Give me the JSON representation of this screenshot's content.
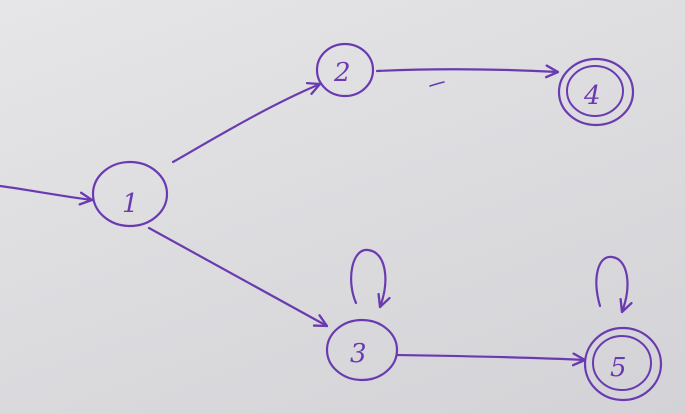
{
  "diagram": {
    "ink_color": "#6a3bb0",
    "paper_color": "#dedee1",
    "states": [
      {
        "id": "1",
        "label": "1",
        "initial": true,
        "accepting": false
      },
      {
        "id": "2",
        "label": "2",
        "initial": false,
        "accepting": false
      },
      {
        "id": "3",
        "label": "3",
        "initial": false,
        "accepting": false
      },
      {
        "id": "4",
        "label": "4",
        "initial": false,
        "accepting": true
      },
      {
        "id": "5",
        "label": "5",
        "initial": false,
        "accepting": true
      }
    ],
    "transitions": [
      {
        "from": "1",
        "to": "2"
      },
      {
        "from": "1",
        "to": "3"
      },
      {
        "from": "2",
        "to": "4"
      },
      {
        "from": "3",
        "to": "5"
      },
      {
        "from": "3",
        "to": "3"
      },
      {
        "from": "5",
        "to": "5"
      }
    ]
  }
}
